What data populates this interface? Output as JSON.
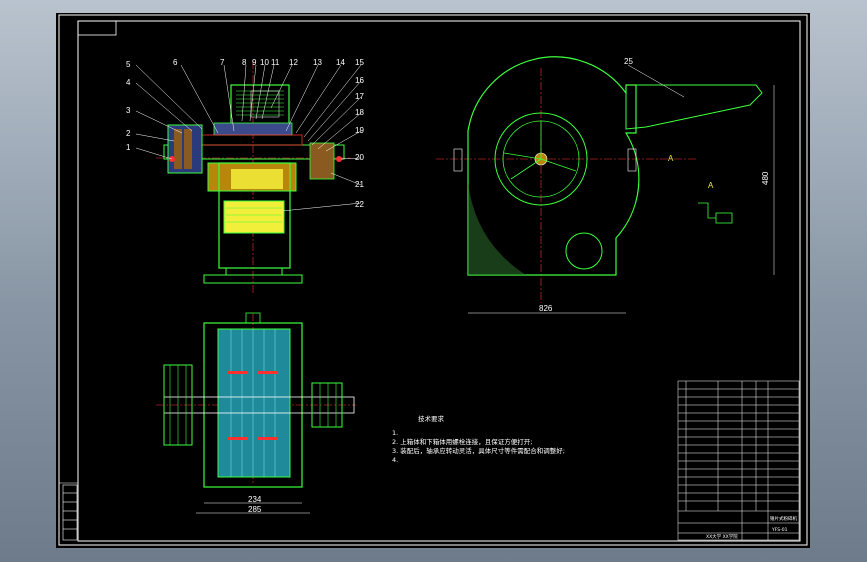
{
  "drawing": {
    "part_numbers": [
      "1",
      "2",
      "3",
      "4",
      "5",
      "6",
      "7",
      "8",
      "9",
      "10",
      "11",
      "12",
      "13",
      "14",
      "15",
      "16",
      "17",
      "18",
      "19",
      "20",
      "21",
      "22",
      "25"
    ],
    "tech_requirements": {
      "heading": "技术要求",
      "items": [
        "1.",
        "2. 上箱体和下箱体用螺栓连接，且保证方便打开;",
        "3. 装配后，轴承应转动灵活，具体尺寸等件需配合和调整好;",
        "4."
      ]
    },
    "dimensions": {
      "bottom_view_width_1": "234",
      "bottom_view_width_2": "285",
      "side_view_base": "826",
      "side_view_height": "480",
      "section_mark": "A",
      "arrow_mark": "A"
    },
    "title_block": {
      "drawing_no": "YFS-01",
      "name": "锤片式粉碎机",
      "school": "XX大学 XX学院"
    }
  }
}
